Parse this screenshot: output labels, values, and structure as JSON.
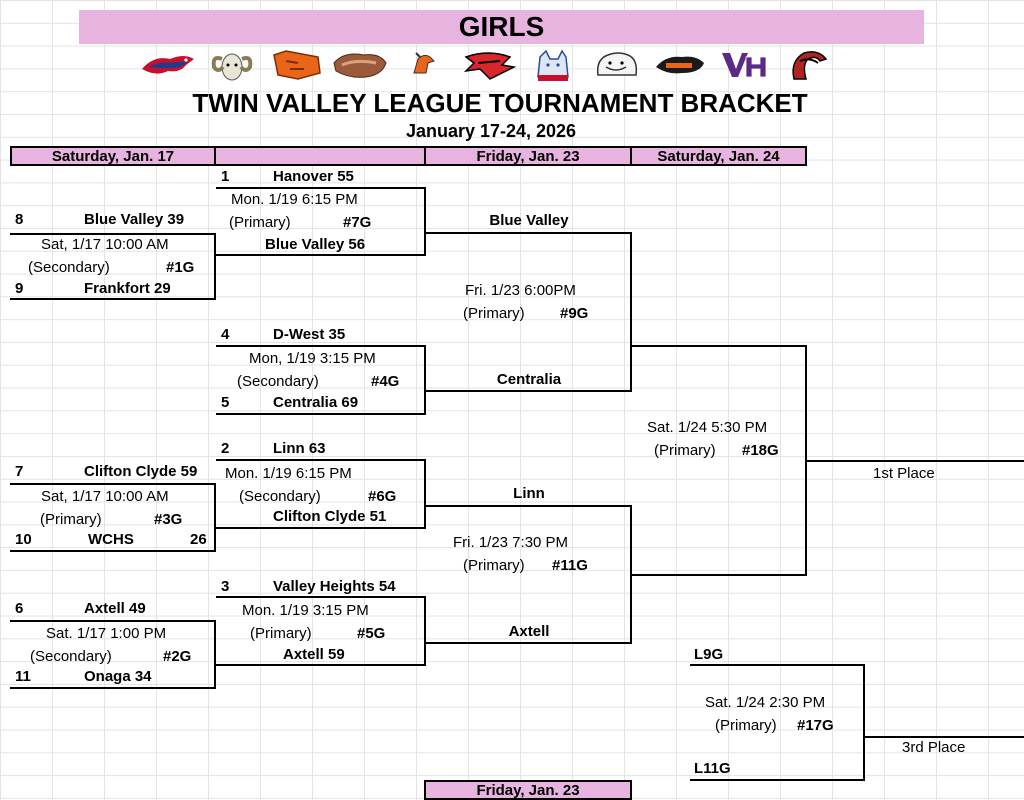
{
  "header": {
    "title": "GIRLS",
    "main_title": "TWIN VALLEY LEAGUE TOURNAMENT BRACKET",
    "date_range": "January 17-24, 2026"
  },
  "logos": [
    "eagle-logo",
    "ram-logo",
    "wildcat-logo",
    "bear-logo",
    "mustang-logo",
    "falcon-logo",
    "husky-logo",
    "bulldog-logo",
    "buffalo-logo",
    "vh-logo",
    "warrior-logo"
  ],
  "columns": {
    "col1": "Saturday, Jan. 17",
    "col3": "Friday, Jan. 23",
    "col4": "Saturday, Jan. 24",
    "bottom_partial": "Friday, Jan. 23"
  },
  "first_round": {
    "g1": {
      "top_seed": "8",
      "top_team": "Blue Valley 39",
      "time": "Sat, 1/17 10:00 AM",
      "venue": "(Secondary)",
      "game": "#1G",
      "bottom_seed": "9",
      "bottom_team": "Frankfort 29"
    },
    "g3": {
      "top_seed": "7",
      "top_team": "Clifton Clyde 59",
      "time": "Sat, 1/17 10:00 AM",
      "venue": "(Primary)",
      "game": "#3G",
      "bottom_seed": "10",
      "bottom_team": "WCHS",
      "bottom_score": "26"
    },
    "g2": {
      "top_seed": "6",
      "top_team": "Axtell  49",
      "time": "Sat. 1/17 1:00 PM",
      "venue": "(Secondary)",
      "game": "#2G",
      "bottom_seed": "11",
      "bottom_team": "Onaga  34"
    }
  },
  "quarterfinals": {
    "g7": {
      "top_seed": "1",
      "top_team": "Hanover 55",
      "time": "Mon. 1/19 6:15 PM",
      "venue": "(Primary)",
      "game": "#7G",
      "bottom_team": "Blue Valley 56"
    },
    "g4": {
      "top_seed": "4",
      "top_team": "D-West  35",
      "time": "Mon, 1/19 3:15 PM",
      "venue": "(Secondary)",
      "game": "#4G",
      "bottom_seed": "5",
      "bottom_team": "Centralia 69"
    },
    "g6": {
      "top_seed": "2",
      "top_team": "Linn  63",
      "time": "Mon. 1/19    6:15 PM",
      "venue": "(Secondary)",
      "game": "#6G",
      "bottom_team": "Clifton Clyde 51"
    },
    "g5": {
      "top_seed": "3",
      "top_team": "Valley Heights 54",
      "time": "Mon. 1/19    3:15 PM",
      "venue": "(Primary)",
      "game": "#5G",
      "bottom_team": "Axtell  59"
    }
  },
  "semifinals": {
    "g9": {
      "top_team": "Blue Valley",
      "time": "Fri. 1/23 6:00PM",
      "venue": "(Primary)",
      "game": "#9G",
      "bottom_team": "Centralia"
    },
    "g11": {
      "top_team": "Linn",
      "time": "Fri. 1/23     7:30 PM",
      "venue": "(Primary)",
      "game": "#11G",
      "bottom_team": "Axtell"
    }
  },
  "final": {
    "time": "Sat. 1/24    5:30 PM",
    "venue": "(Primary)",
    "game": "#18G",
    "result": "1st Place"
  },
  "third_place": {
    "top_team": "L9G",
    "time": "Sat. 1/24    2:30 PM",
    "venue": "(Primary)",
    "game": "#17G",
    "bottom_team": "L11G",
    "result": "3rd Place"
  }
}
